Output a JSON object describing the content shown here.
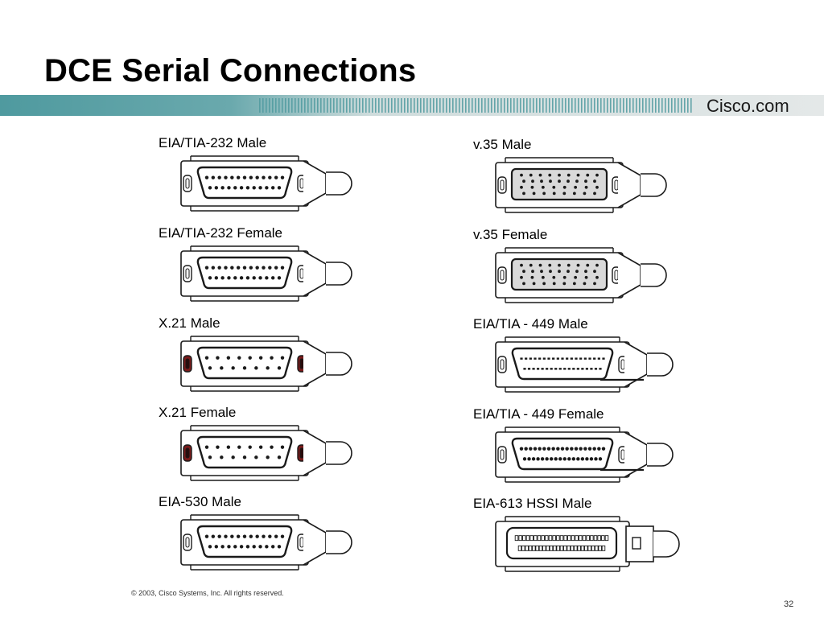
{
  "slide": {
    "title": "DCE Serial Connections",
    "brand": "Cisco.com",
    "footer": "© 2003, Cisco Systems, Inc. All rights reserved.",
    "page_number": "32"
  },
  "connectors": [
    {
      "label": "EIA/TIA-232 Male",
      "shape": "d-sub",
      "rows": [
        13,
        12
      ],
      "pin": "dot",
      "posts": "screw",
      "shell": "white",
      "tail": "cable"
    },
    {
      "label": "EIA/TIA-232 Female",
      "shape": "d-sub",
      "rows": [
        13,
        12
      ],
      "pin": "dot",
      "posts": "screw",
      "shell": "white",
      "tail": "cable"
    },
    {
      "label": "X.21 Male",
      "shape": "d-sub",
      "rows": [
        8,
        7
      ],
      "pin": "dot",
      "posts": "jack",
      "shell": "white",
      "tail": "cable"
    },
    {
      "label": "X.21 Female",
      "shape": "d-sub",
      "rows": [
        8,
        7
      ],
      "pin": "dot",
      "posts": "jack",
      "shell": "white",
      "tail": "cable"
    },
    {
      "label": "EIA-530 Male",
      "shape": "d-sub",
      "rows": [
        13,
        12
      ],
      "pin": "dot",
      "posts": "screw",
      "shell": "white",
      "tail": "cable"
    },
    {
      "label": "v.35 Male",
      "shape": "v35",
      "rows": [
        9,
        9,
        8,
        8
      ],
      "pin": "dot",
      "posts": "screw",
      "shell": "gray",
      "tail": "cable"
    },
    {
      "label": "v.35 Female",
      "shape": "v35",
      "rows": [
        9,
        9,
        8,
        8
      ],
      "pin": "dot",
      "posts": "screw",
      "shell": "gray",
      "tail": "cable"
    },
    {
      "label": "EIA/TIA - 449 Male",
      "shape": "d-sub-wide",
      "rows": [
        19,
        18
      ],
      "pin": "dash",
      "posts": "screw",
      "shell": "white",
      "tail": "cable-line"
    },
    {
      "label": "EIA/TIA - 449 Female",
      "shape": "d-sub-wide",
      "rows": [
        19,
        18
      ],
      "pin": "dot",
      "posts": "screw",
      "shell": "white",
      "tail": "cable-line"
    },
    {
      "label": "EIA-613 HSSI Male",
      "shape": "hssi",
      "rows": [
        25,
        25
      ],
      "pin": "box",
      "posts": "none",
      "shell": "white",
      "tail": "hssi"
    }
  ],
  "colors": {
    "bar_left": "#4f9a9f",
    "bar_right": "#cfd8d8",
    "stripe": "#4f9a9f",
    "shell_gray": "#d9d9d9",
    "outline": "#1a1a1a"
  }
}
